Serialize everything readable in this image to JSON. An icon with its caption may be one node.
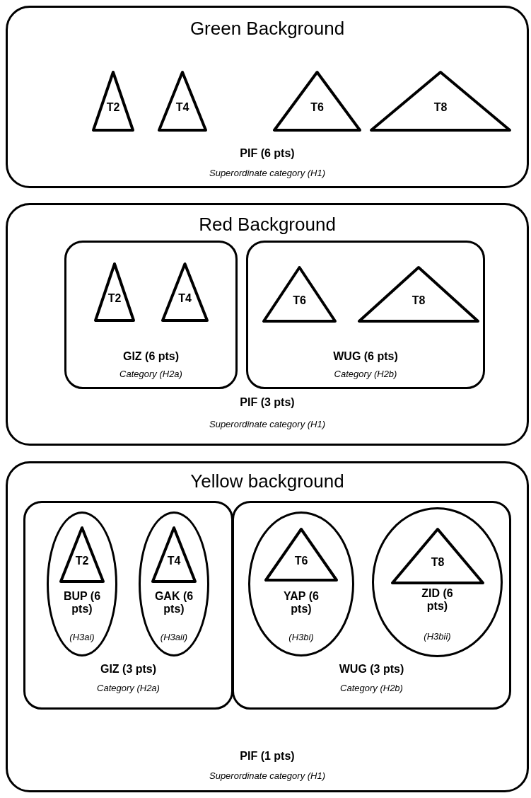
{
  "diagram": {
    "nodes": [
      {
        "text": [
          "Green Background",
          "PIF (6 pts)",
          "Superordinate category (H1)"
        ]
      },
      {
        "text": [
          "T2"
        ],
        "in": 0
      },
      {
        "text": [
          "T4"
        ],
        "in": 0
      },
      {
        "text": [
          "T6"
        ],
        "in": 0
      },
      {
        "text": [
          "T8"
        ],
        "in": 0
      },
      {
        "text": [
          "Red Background",
          "PIF (3 pts)",
          "Superordinate category (H1)"
        ]
      },
      {
        "text": [
          "GIZ (6 pts)",
          "Category (H2a)"
        ],
        "in": 5
      },
      {
        "text": [
          "T2"
        ],
        "in": 6
      },
      {
        "text": [
          "T4"
        ],
        "in": 6
      },
      {
        "text": [
          "WUG (6 pts)",
          "Category (H2b)"
        ],
        "in": 5
      },
      {
        "text": [
          "T6"
        ],
        "in": 9
      },
      {
        "text": [
          "T8"
        ],
        "in": 9
      },
      {
        "text": [
          "Yellow background",
          "PIF (1 pts)",
          "Superordinate category (H1)"
        ]
      },
      {
        "text": [
          "GIZ (3 pts)",
          "Category (H2a)"
        ],
        "in": 12
      },
      {
        "text": [
          "BUP (6 pts)",
          "(H3ai)"
        ],
        "in": 13
      },
      {
        "text": [
          "T2"
        ],
        "in": 14
      },
      {
        "text": [
          "GAK (6 pts)",
          "(H3aii)"
        ],
        "in": 13
      },
      {
        "text": [
          "T4"
        ],
        "in": 16
      },
      {
        "text": [
          "WUG (3 pts)",
          "Category (H2b)"
        ],
        "in": 12
      },
      {
        "text": [
          "YAP (6 pts)",
          "(H3bi)"
        ],
        "in": 18
      },
      {
        "text": [
          "T6"
        ],
        "in": 19
      },
      {
        "text": [
          "ZID (6 pts)",
          "(H3bii)"
        ],
        "in": 18
      },
      {
        "text": [
          "T8"
        ],
        "in": 21
      }
    ]
  }
}
